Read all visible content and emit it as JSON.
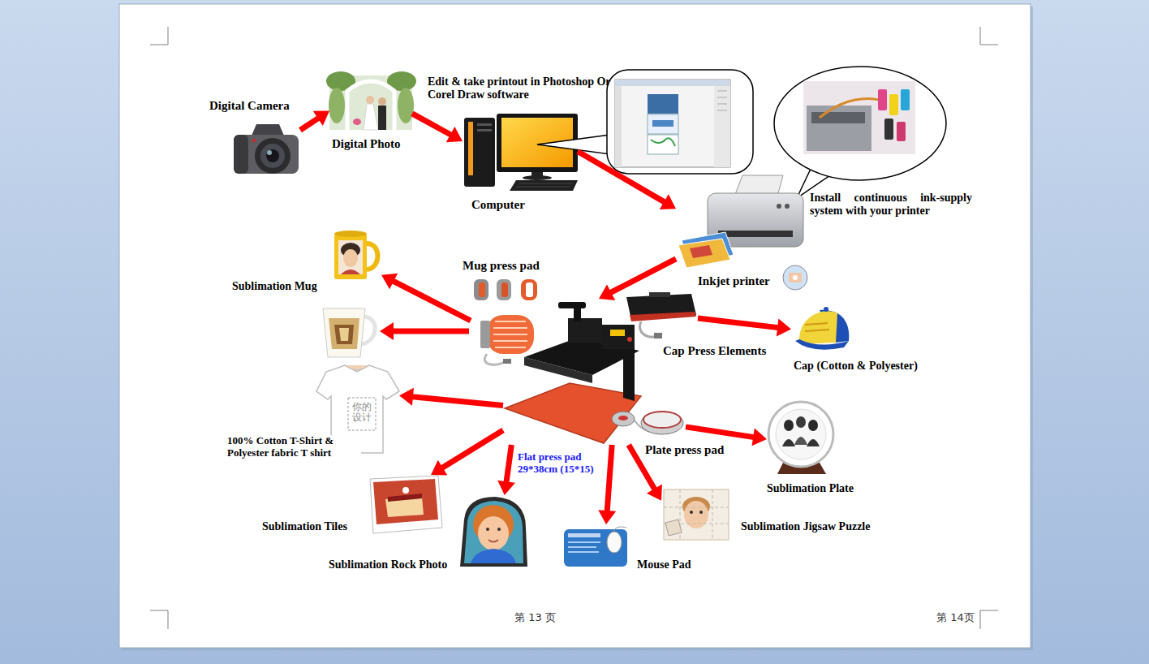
{
  "diagram": {
    "nodes": [
      {
        "text": [
          "Digital Camera"
        ]
      },
      {
        "text": [
          "Digital Photo"
        ]
      },
      {
        "text": [
          "Computer"
        ]
      },
      {
        "text": [
          "Inkjet printer"
        ]
      },
      {
        "text": [
          "Sublimation Mug"
        ]
      },
      {
        "text": [
          "Mug press pad"
        ]
      },
      {
        "text": [
          "Cap Press Elements"
        ]
      },
      {
        "text": [
          "Cap (Cotton & Polyester)"
        ]
      },
      {
        "text": [
          "100% Cotton T-Shirt & Polyester fabric T shirt"
        ]
      },
      {
        "text": [
          "Flat press pad 29*38cm (15*15)"
        ]
      },
      {
        "text": [
          "Plate press pad"
        ]
      },
      {
        "text": [
          "Sublimation Plate"
        ]
      },
      {
        "text": [
          "Sublimation Tiles"
        ]
      },
      {
        "text": [
          "Sublimation Rock Photo"
        ]
      },
      {
        "text": [
          "Mouse Pad"
        ]
      },
      {
        "text": [
          "Sublimation Jigsaw Puzzle"
        ]
      }
    ],
    "edges": [
      {
        "from": 0,
        "to": 1,
        "arrow": "to"
      },
      {
        "from": 1,
        "to": 2,
        "arrow": "to"
      },
      {
        "from": 2,
        "to": 3,
        "arrow": "to"
      },
      {
        "from": 3,
        "to": 9,
        "arrow": "to"
      },
      {
        "from": 5,
        "to": 4,
        "arrow": "to"
      },
      {
        "from": 6,
        "to": 7,
        "arrow": "to"
      },
      {
        "from": 9,
        "to": 8,
        "arrow": "to"
      },
      {
        "from": 10,
        "to": 11,
        "arrow": "to"
      },
      {
        "from": 9,
        "to": 12,
        "arrow": "to"
      },
      {
        "from": 9,
        "to": 13,
        "arrow": "to"
      },
      {
        "from": 9,
        "to": 14,
        "arrow": "to"
      },
      {
        "from": 9,
        "to": 15,
        "arrow": "to"
      }
    ],
    "labels": [
      "Edit & take printout in Photoshop Or Corel Draw software",
      "Install continuous ink-supply system with your printer",
      "你的设计",
      "第 13 页",
      "第 14页"
    ]
  }
}
